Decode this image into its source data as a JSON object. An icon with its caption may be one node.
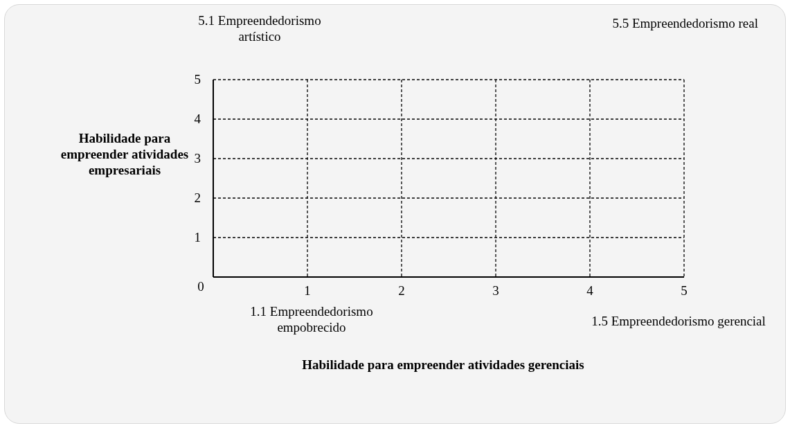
{
  "diagram": {
    "labels": [
      "5.1 Empreendedorismo artístico",
      "5.5 Empreendedorismo real",
      "5",
      "4",
      "Habilidade para empreender atividades empresariais",
      "3",
      "2",
      "1",
      "0",
      "1",
      "2",
      "3",
      "4",
      "5",
      "1.1 Empreendedorismo empobrecido",
      "1.5 Empreendedorismo gerencial",
      "Habilidade para empreender atividades gerenciais"
    ]
  }
}
